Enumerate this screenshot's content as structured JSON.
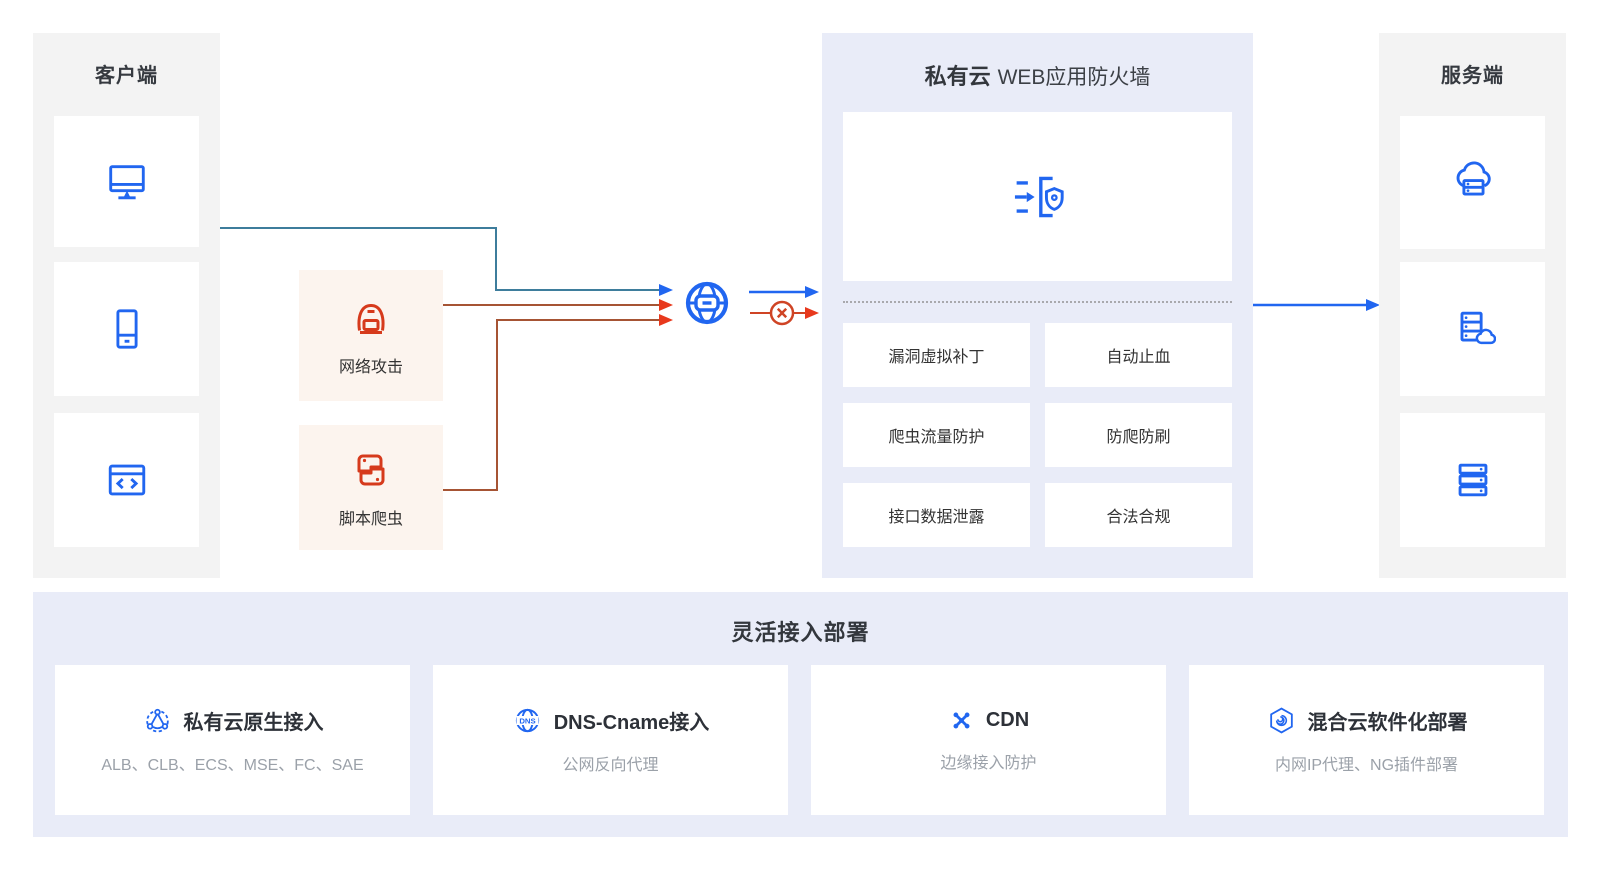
{
  "colors": {
    "accent_blue": "#2166F0",
    "accent_red": "#D63A1C",
    "teal_line": "#3E7D9C",
    "attack_line": "#A65434",
    "panel_gray": "#F3F3F3",
    "panel_lavender": "#E9ECF8",
    "threat_card_bg": "#FCF4EE",
    "text_dark": "#333333",
    "text_gray": "#9BA1A9"
  },
  "client_panel": {
    "title": "客户端",
    "devices": [
      {
        "icon": "desktop-icon"
      },
      {
        "icon": "mobile-icon"
      },
      {
        "icon": "browser-code-icon"
      }
    ]
  },
  "threats": [
    {
      "icon": "hacker-icon",
      "label": "网络攻击"
    },
    {
      "icon": "crawler-icon",
      "label": "脚本爬虫"
    }
  ],
  "gateway": {
    "icon": "globe-icon",
    "blocked_icon": "blocked-icon"
  },
  "waf_panel": {
    "title_strong": "私有云",
    "title_rest": "WEB应用防火墙",
    "core_icon": "waf-gateway-icon",
    "features": [
      "漏洞虚拟补丁",
      "自动止血",
      "爬虫流量防护",
      "防爬防刷",
      "接口数据泄露",
      "合法合规"
    ]
  },
  "server_panel": {
    "title": "服务端",
    "servers": [
      {
        "icon": "cloud-server-icon"
      },
      {
        "icon": "server-cloud-icon"
      },
      {
        "icon": "server-stack-icon"
      }
    ]
  },
  "deployment_panel": {
    "title": "灵活接入部署",
    "cards": [
      {
        "icon": "cluster-icon",
        "title": "私有云原生接入",
        "subtitle": "ALB、CLB、ECS、MSE、FC、SAE"
      },
      {
        "icon": "dns-icon",
        "title": "DNS-Cname接入",
        "subtitle": "公网反向代理"
      },
      {
        "icon": "cdn-icon",
        "title": "CDN",
        "subtitle": "边缘接入防护"
      },
      {
        "icon": "hybrid-icon",
        "title": "混合云软件化部署",
        "subtitle": "内网IP代理、NG插件部署"
      }
    ]
  }
}
